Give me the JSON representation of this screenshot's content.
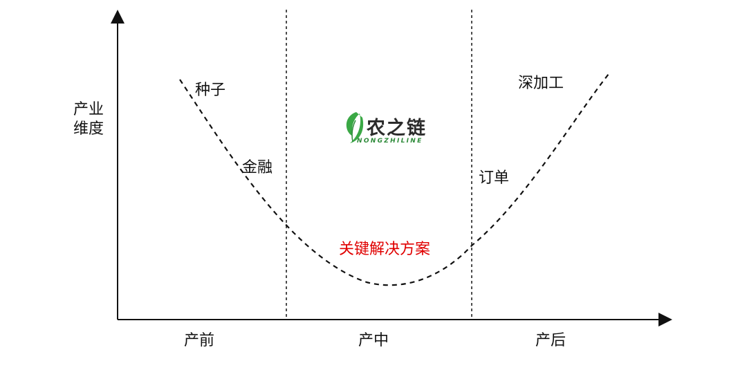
{
  "diagram": {
    "y_axis_label_line1": "产业",
    "y_axis_label_line2": "维度",
    "x_sections": [
      "产前",
      "产中",
      "产后"
    ],
    "curve_labels": {
      "seed": "种子",
      "finance": "金融",
      "order": "订单",
      "deep_processing": "深加工"
    },
    "center_label": "关键解决方案",
    "center_label_color": "#e00000",
    "logo": {
      "name": "农之链",
      "subtitle": "NONGZHILINE",
      "icon": "leaf-icon",
      "accent_color": "#3aa845"
    }
  }
}
